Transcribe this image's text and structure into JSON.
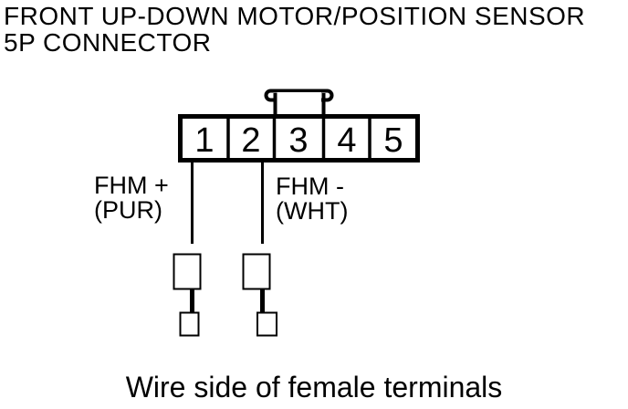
{
  "title": {
    "line1": "FRONT UP-DOWN MOTOR/POSITION SENSOR",
    "line2": "5P CONNECTOR"
  },
  "connector": {
    "name": "5P CONNECTOR",
    "pins": [
      "1",
      "2",
      "3",
      "4",
      "5"
    ]
  },
  "wires": [
    {
      "signal": "FHM +",
      "color_code": "(PUR)"
    },
    {
      "signal": "FHM -",
      "color_code": "(WHT)"
    }
  ],
  "caption": "Wire side of female terminals",
  "colors": {
    "line": "#000000",
    "background": "#ffffff"
  }
}
